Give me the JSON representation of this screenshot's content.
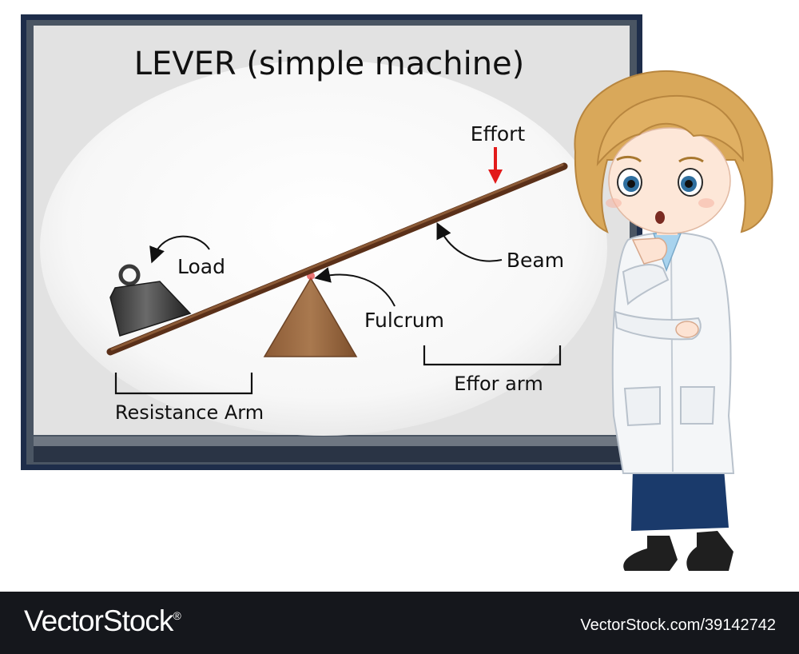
{
  "title": "LEVER (simple machine)",
  "labels": {
    "effort": "Effort",
    "beam": "Beam",
    "load": "Load",
    "fulcrum": "Fulcrum",
    "resistance_arm": "Resistance Arm",
    "effort_arm": "Effor arm"
  },
  "colors": {
    "board_frame": "#1e2d4a",
    "beam": "#6b3c1f",
    "fulcrum": "#9a6a43",
    "effort_arrow": "#e21b1b",
    "coat": "#f4f6f8",
    "skirt": "#1a3a6b",
    "hair": "#d9a85a"
  },
  "footer": {
    "brand": "VectorStock",
    "reg": "®",
    "url": "VectorStock.com/39142742"
  }
}
